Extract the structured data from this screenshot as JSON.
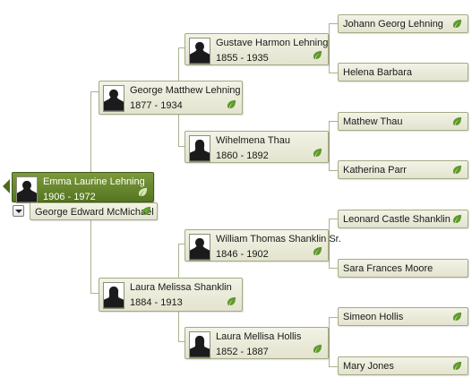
{
  "colors": {
    "card_background": "#ebebdb",
    "card_border": "#a3ab85",
    "root_card_background": "#6a8a30",
    "connector_line": "#a9b38f",
    "leaf_hint": "#5e9a2a"
  },
  "root": {
    "name": "Emma Laurine Lehning",
    "dates": "1906 - 1972",
    "icons": [
      "silhouette-icon",
      "leaf-hint-icon"
    ]
  },
  "spouse": {
    "name": "George Edward McMichael",
    "icons": [
      "dropdown-icon",
      "leaf-hint-icon"
    ]
  },
  "father": {
    "name": "George Matthew Lehning",
    "dates": "1877 - 1934"
  },
  "mother": {
    "name": "Laura Melissa Shanklin",
    "dates": "1884 - 1913"
  },
  "paternal_grandfather": {
    "name": "Gustave Harmon Lehning",
    "dates": "1855 - 1935"
  },
  "paternal_grandmother": {
    "name": "Wihelmena Thau",
    "dates": "1860 - 1892"
  },
  "maternal_grandfather": {
    "name": "William Thomas Shanklin Sr.",
    "dates": "1846 - 1902"
  },
  "maternal_grandmother": {
    "name": "Laura Mellisa Hollis",
    "dates": "1852 - 1887"
  },
  "great_grandparents": [
    {
      "name": "Johann Georg Lehning",
      "has_hint": true
    },
    {
      "name": "Helena Barbara",
      "has_hint": false
    },
    {
      "name": "Mathew Thau",
      "has_hint": true
    },
    {
      "name": "Katherina Parr",
      "has_hint": true
    },
    {
      "name": "Leonard Castle Shanklin",
      "has_hint": true
    },
    {
      "name": "Sara Frances Moore",
      "has_hint": false
    },
    {
      "name": "Simeon Hollis",
      "has_hint": true
    },
    {
      "name": "Mary Jones",
      "has_hint": true
    }
  ]
}
